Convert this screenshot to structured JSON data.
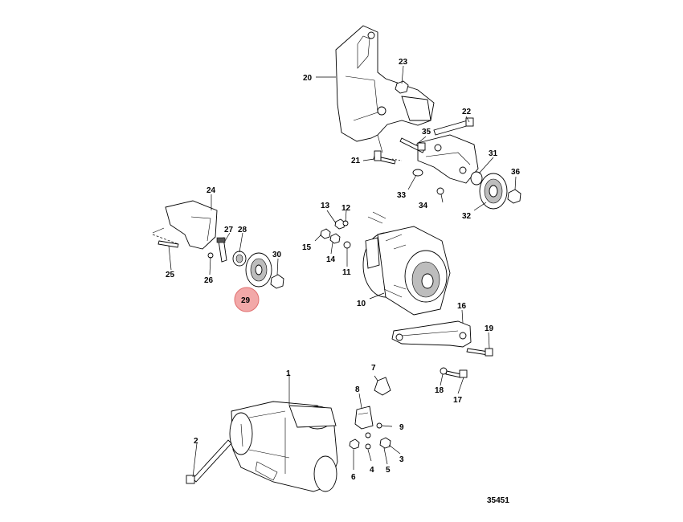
{
  "diagram": {
    "reference_number": "35451",
    "highlighted_callout": "29",
    "callouts": [
      "1",
      "2",
      "3",
      "4",
      "5",
      "6",
      "7",
      "8",
      "9",
      "10",
      "11",
      "12",
      "13",
      "14",
      "15",
      "16",
      "17",
      "18",
      "19",
      "20",
      "21",
      "22",
      "23",
      "24",
      "25",
      "26",
      "27",
      "28",
      "29",
      "30",
      "31",
      "32",
      "33",
      "34",
      "35",
      "36"
    ],
    "colors": {
      "highlight": "#f2a8a8",
      "line": "#000000"
    }
  }
}
